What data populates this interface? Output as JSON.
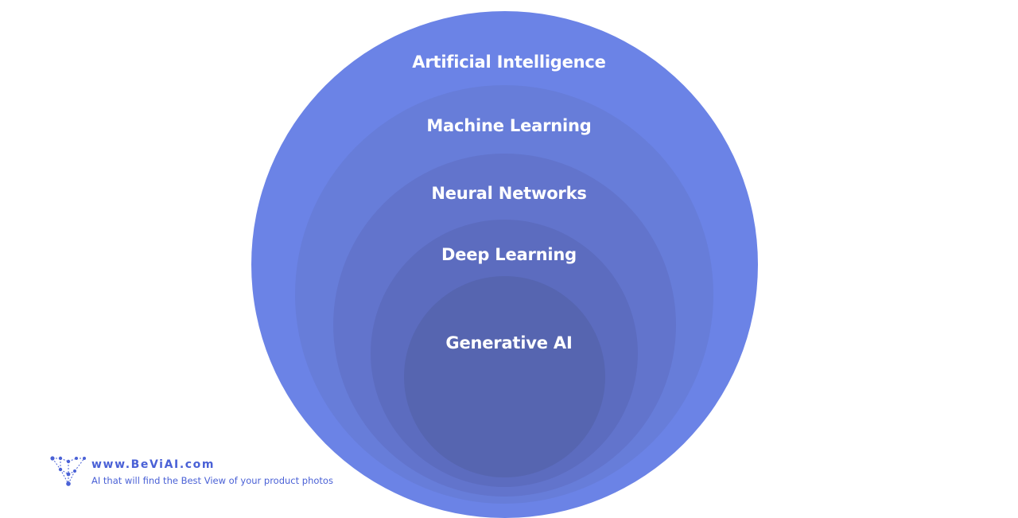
{
  "diagram": {
    "layers": [
      {
        "label": "Artificial Intelligence",
        "color": "#6b83e6"
      },
      {
        "label": "Machine Learning",
        "color": "#677dd9"
      },
      {
        "label": "Neural Networks",
        "color": "#6274cc"
      },
      {
        "label": "Deep Learning",
        "color": "#5c6cbf"
      },
      {
        "label": "Generative AI",
        "color": "#5665b0"
      }
    ]
  },
  "branding": {
    "url": "www.BeViAI.com",
    "tagline": "AI that will find the Best View of your product photos",
    "logo_icon": "network-v-logo-icon",
    "color": "#4a61d6"
  }
}
